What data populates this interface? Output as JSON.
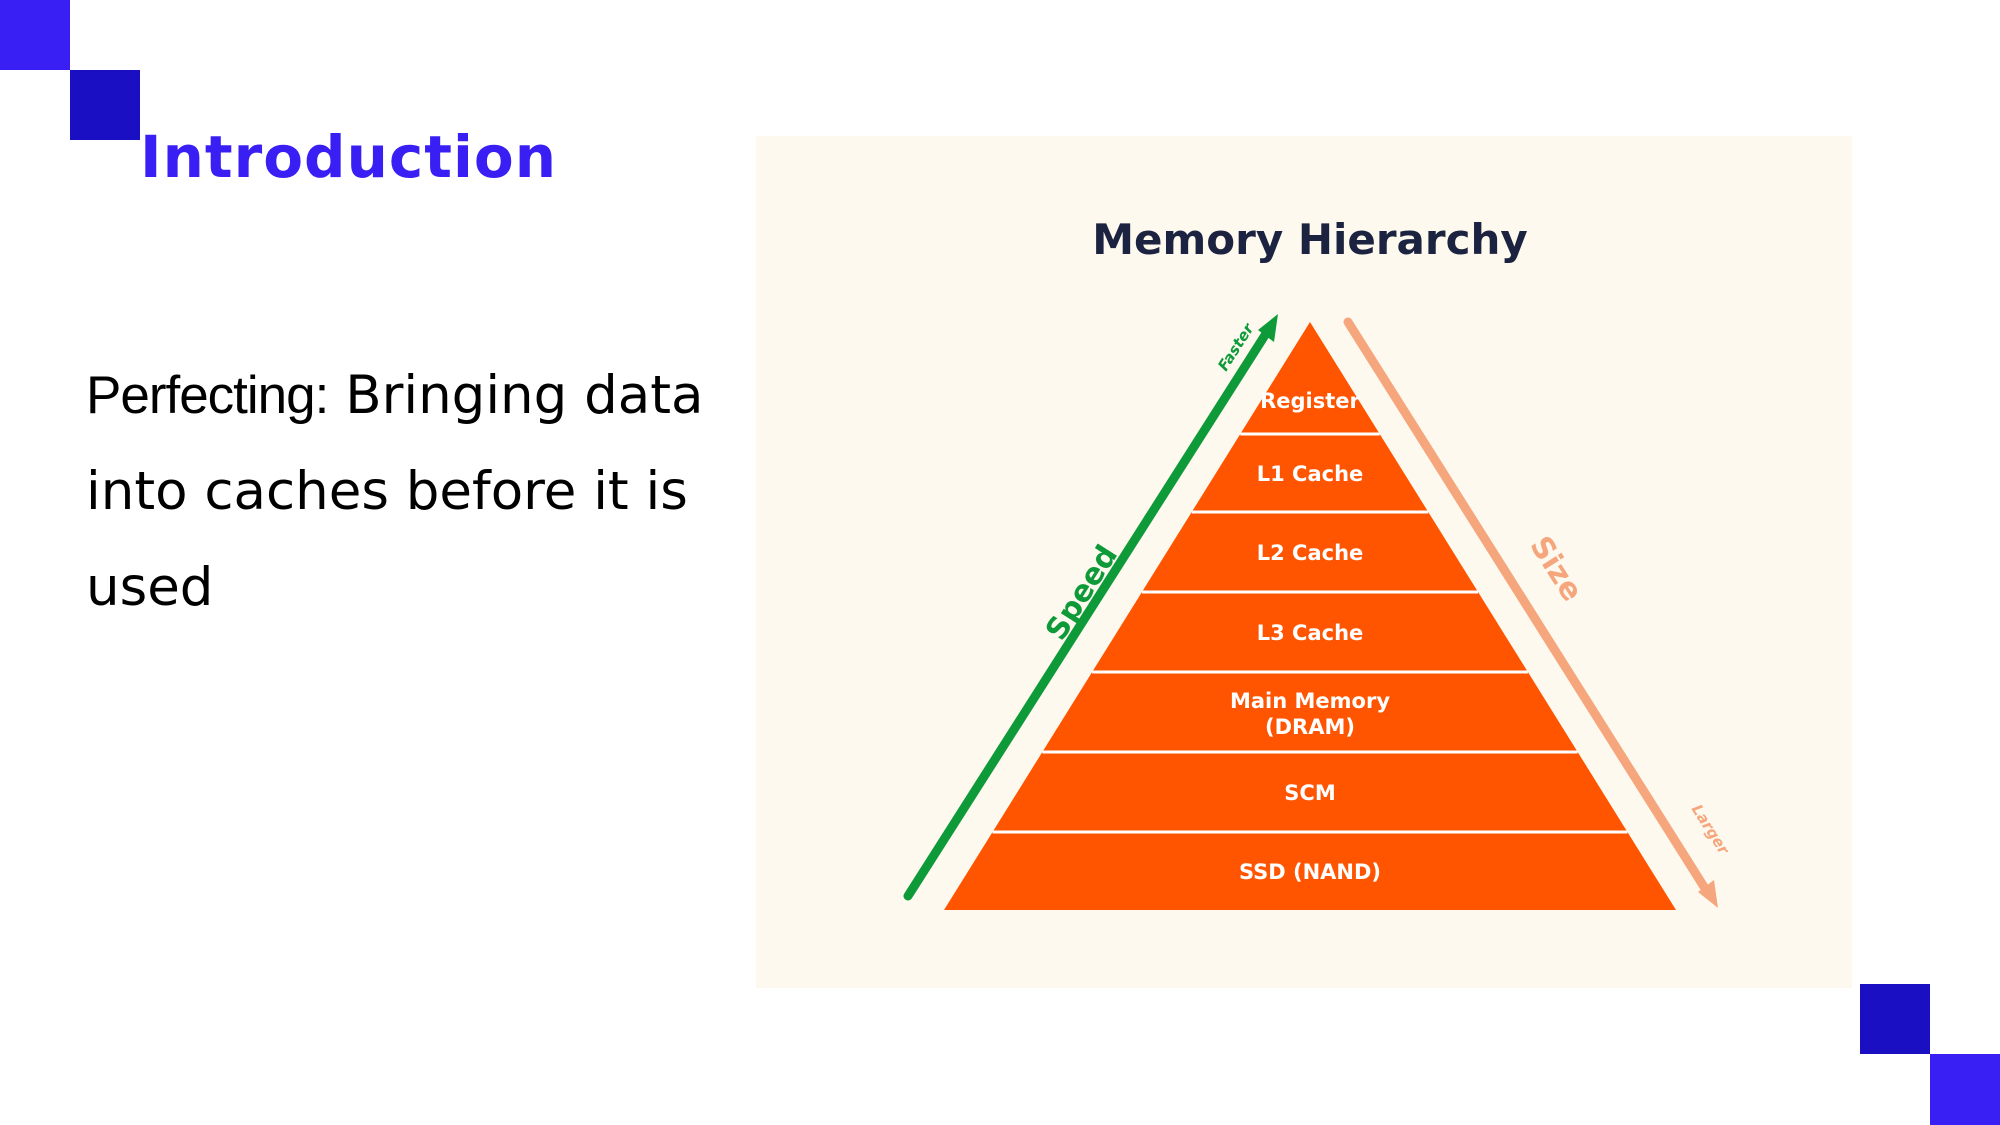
{
  "slide": {
    "title": "Introduction",
    "body": {
      "lead": "Perfecting:",
      "rest": " Bringing data into caches before it is used"
    }
  },
  "colors": {
    "accent_blue": "#3a1ff5",
    "accent_navy": "#1a0fc2",
    "figure_bg": "#fdf9ee",
    "pyramid": "#ff5500",
    "speed_arrow": "#0f9a3a",
    "size_arrow": "#f6a67d",
    "figure_title": "#1c2340"
  },
  "figure": {
    "title": "Memory Hierarchy",
    "left_arrow": {
      "label": "Speed",
      "end_label": "Faster"
    },
    "right_arrow": {
      "label": "Size",
      "end_label": "Larger"
    },
    "levels": [
      {
        "line1": "Register",
        "line2": ""
      },
      {
        "line1": "L1 Cache",
        "line2": ""
      },
      {
        "line1": "L2 Cache",
        "line2": ""
      },
      {
        "line1": "L3 Cache",
        "line2": ""
      },
      {
        "line1": "Main Memory",
        "line2": "(DRAM)"
      },
      {
        "line1": "SCM",
        "line2": ""
      },
      {
        "line1": "SSD (NAND)",
        "line2": ""
      }
    ]
  }
}
